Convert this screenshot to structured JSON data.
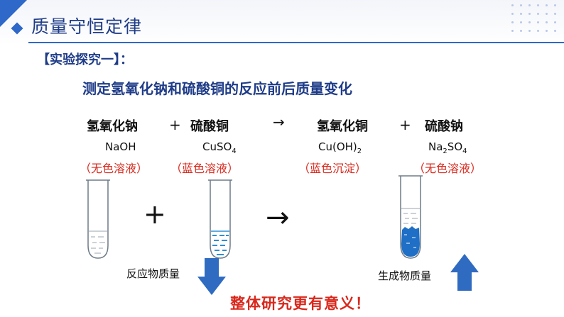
{
  "header": {
    "title": "质量守恒定律"
  },
  "section_label": "【实验探究一】：",
  "subtitle": "测定氢氧化钠和硫酸铜的反应前后质量变化",
  "equation": {
    "reactant1": {
      "name": "氢氧化钠",
      "formula": "NaOH",
      "desc": "（无色溶液）"
    },
    "plus1": "+",
    "reactant2": {
      "name": "硫酸铜",
      "formula_main": "CuSO",
      "formula_sub": "4",
      "desc": "（蓝色溶液）"
    },
    "arrow": "→",
    "product1": {
      "name": "氢氧化铜",
      "formula_main": "Cu(OH)",
      "formula_sub": "2",
      "desc": "（蓝色沉淀）"
    },
    "plus2": "+",
    "product2": {
      "name": "硫酸钠",
      "formula_a": "Na",
      "formula_sub_a": "2",
      "formula_b": "SO",
      "formula_sub_b": "4",
      "desc": "（无色溶液）"
    }
  },
  "diagram": {
    "plus": "+",
    "arrow": "→",
    "reactant_mass_label": "反应物质量",
    "product_mass_label": "生成物质量",
    "colors": {
      "blue_liquid": "#2d8fd6",
      "precipitate": "#1f6fc6",
      "arrow_blue": "#2f6bc0"
    }
  },
  "conclusion": "整体研究更有意义！"
}
